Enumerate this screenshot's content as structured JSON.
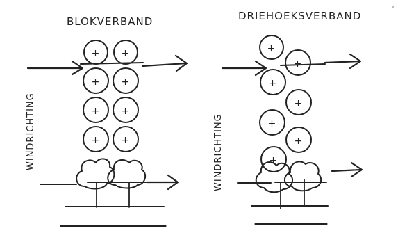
{
  "titles": {
    "left": "BLOKVERBAND",
    "right": "DRIEHOEKSVERBAND"
  },
  "labels": {
    "left_wind": "WINDRICHTING",
    "right_wind": "WINDRICHTING"
  },
  "tree_symbol": "+",
  "colors": {
    "ink": "#222222",
    "background": "#ffffff"
  }
}
